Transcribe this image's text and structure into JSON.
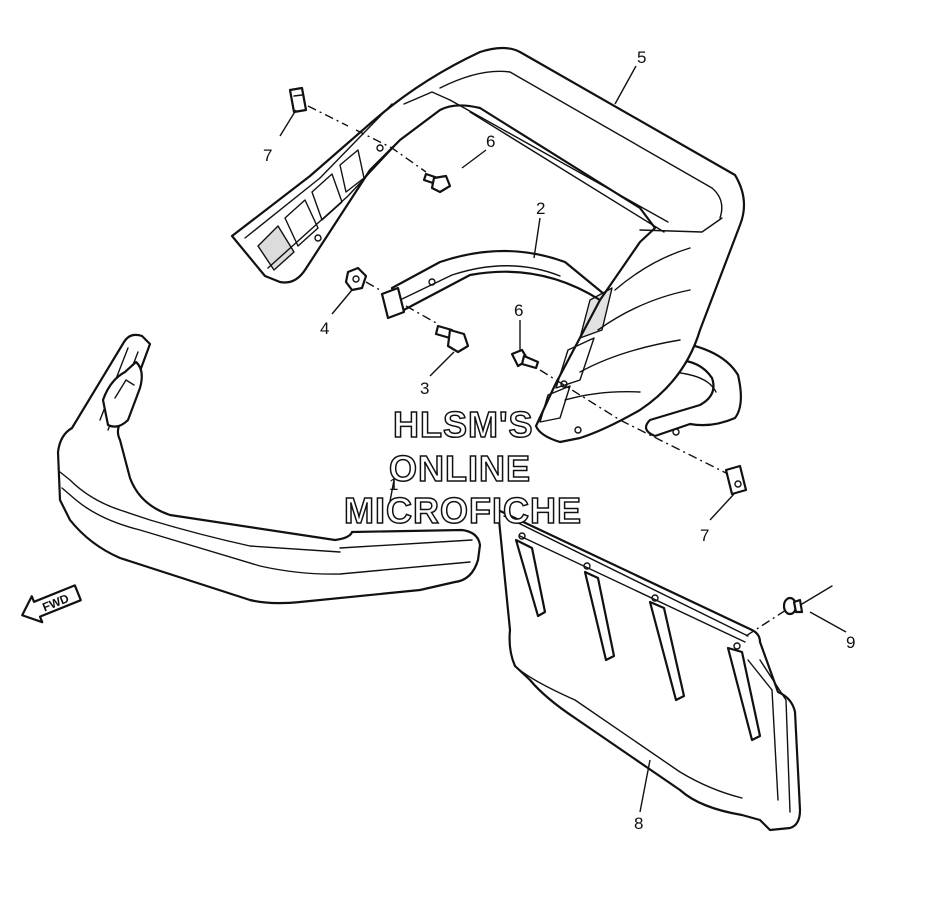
{
  "diagram": {
    "callouts": [
      {
        "id": "c1",
        "label": "1"
      },
      {
        "id": "c2",
        "label": "2"
      },
      {
        "id": "c3",
        "label": "3"
      },
      {
        "id": "c4",
        "label": "4"
      },
      {
        "id": "c5",
        "label": "5"
      },
      {
        "id": "c6a",
        "label": "6"
      },
      {
        "id": "c6b",
        "label": "6"
      },
      {
        "id": "c7a",
        "label": "7"
      },
      {
        "id": "c7b",
        "label": "7"
      },
      {
        "id": "c8",
        "label": "8"
      },
      {
        "id": "c9",
        "label": "9"
      }
    ],
    "forward_arrow_label": "FWD",
    "watermark": {
      "line1": "HLSM'S",
      "line2": "ONLINE",
      "line3": "MICROFICHE"
    }
  }
}
